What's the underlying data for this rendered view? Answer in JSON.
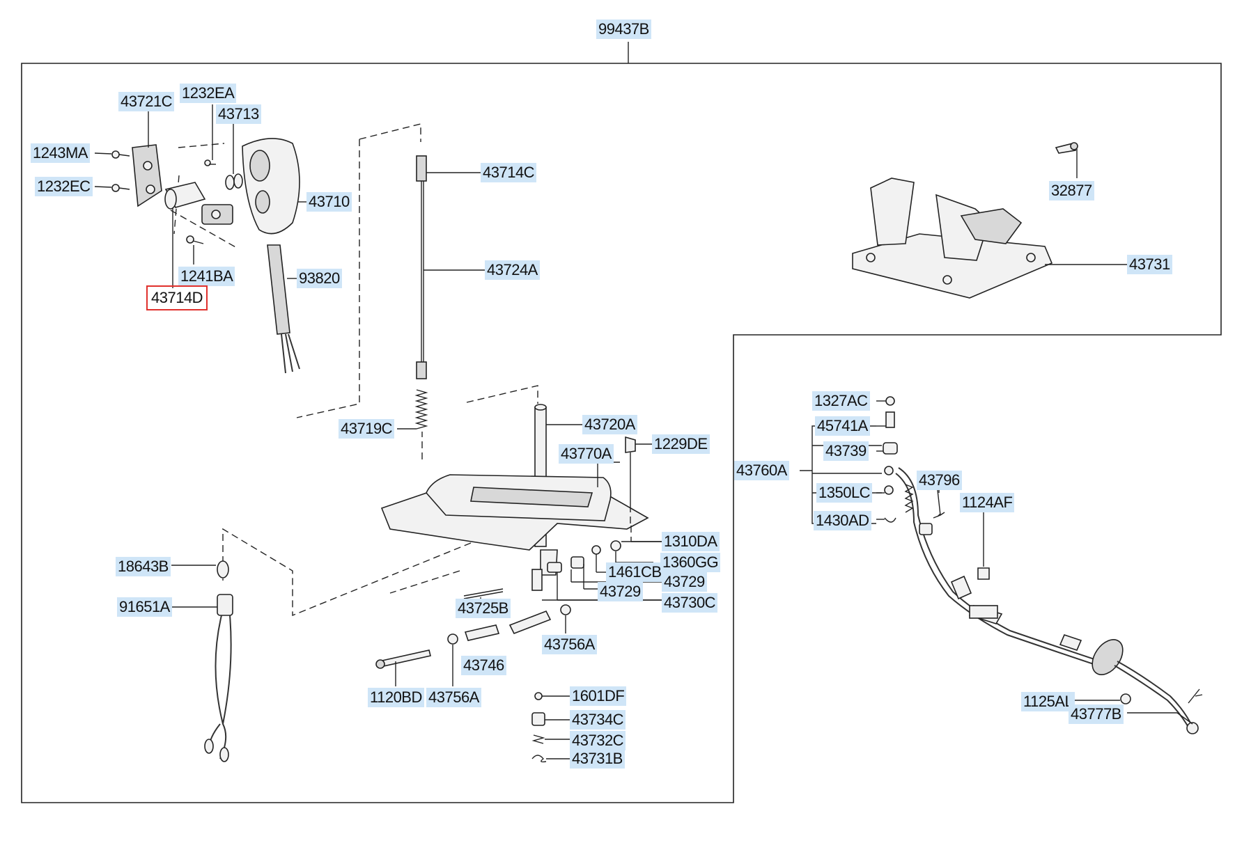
{
  "labels": {
    "top_assembly": "99437B",
    "l_43721C": "43721C",
    "l_1232EA": "1232EA",
    "l_43713": "43713",
    "l_1243MA": "1243MA",
    "l_1232EC": "1232EC",
    "l_43710": "43710",
    "l_1241BA": "1241BA",
    "l_93820": "93820",
    "l_43714D": "43714D",
    "l_43714C": "43714C",
    "l_43724A": "43724A",
    "l_43719C": "43719C",
    "l_43720A": "43720A",
    "l_43770A": "43770A",
    "l_1229DE": "1229DE",
    "l_1310DA": "1310DA",
    "l_1461CB": "1461CB",
    "l_1360GG": "1360GG",
    "l_43729a": "43729",
    "l_43729b": "43729",
    "l_43730C": "43730C",
    "l_43725B": "43725B",
    "l_43756A_a": "43756A",
    "l_43746": "43746",
    "l_1120BD": "1120BD",
    "l_43756A_b": "43756A",
    "l_1601DF": "1601DF",
    "l_43734C": "43734C",
    "l_43732C": "43732C",
    "l_43731B": "43731B",
    "l_18643B": "18643B",
    "l_91651A": "91651A",
    "l_32877": "32877",
    "l_43731": "43731",
    "l_1327AC": "1327AC",
    "l_45741A": "45741A",
    "l_43739": "43739",
    "l_43760A": "43760A",
    "l_43796": "43796",
    "l_1124AF": "1124AF",
    "l_1350LC": "1350LC",
    "l_1430AD": "1430AD",
    "l_1125AL": "1125AL",
    "l_43777B": "43777B"
  },
  "colors": {
    "label_bg": "#cfe5f7",
    "highlight_box": "#e0302c",
    "line": "#222222"
  },
  "highlighted_part": "43714D"
}
